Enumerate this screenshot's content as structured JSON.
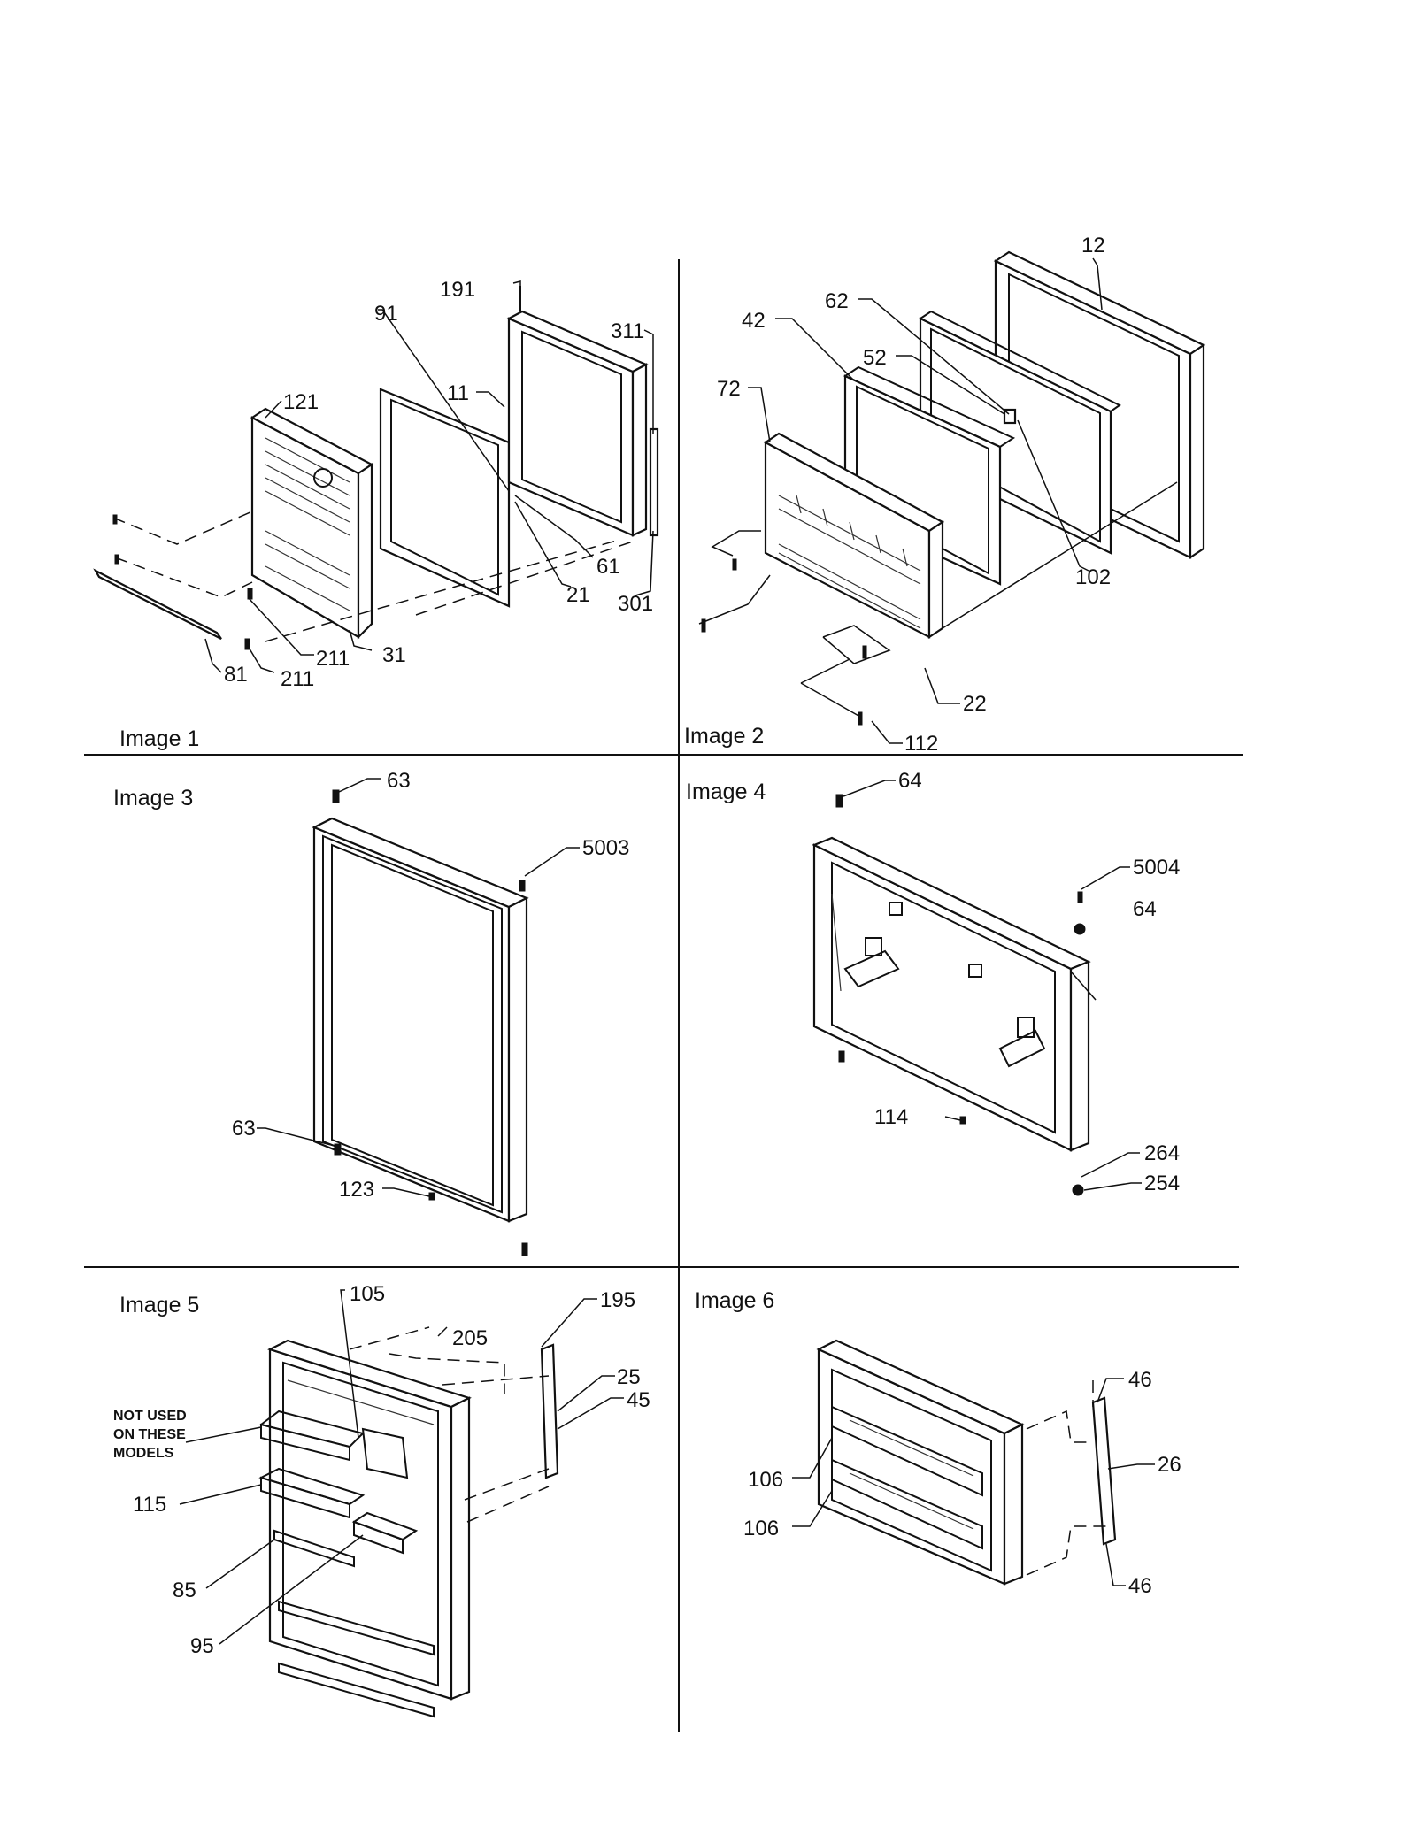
{
  "panels": [
    {
      "title": "Image 1",
      "callouts": [
        "191",
        "91",
        "311",
        "121",
        "11",
        "61",
        "21",
        "301",
        "211",
        "211",
        "31",
        "81"
      ]
    },
    {
      "title": "Image 2",
      "callouts": [
        "12",
        "62",
        "42",
        "52",
        "72",
        "102",
        "22",
        "112"
      ]
    },
    {
      "title": "Image 3",
      "callouts": [
        "63",
        "5003",
        "63",
        "123"
      ]
    },
    {
      "title": "Image 4",
      "callouts": [
        "64",
        "5004",
        "64",
        "114",
        "264",
        "254"
      ]
    },
    {
      "title": "Image 5",
      "callouts": [
        "105",
        "205",
        "195",
        "25",
        "45",
        "115",
        "85",
        "95"
      ],
      "note": [
        "NOT USED",
        "ON THESE",
        "MODELS"
      ]
    },
    {
      "title": "Image 6",
      "callouts": [
        "46",
        "26",
        "46",
        "106",
        "106"
      ]
    }
  ]
}
